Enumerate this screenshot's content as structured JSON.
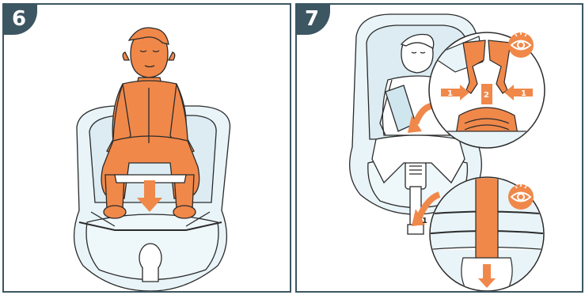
{
  "steps": [
    {
      "number": "6"
    },
    {
      "number": "7",
      "callout_labels": [
        "1",
        "2",
        "1"
      ],
      "base_label": "1"
    }
  ],
  "colors": {
    "accent": "#f0884a",
    "frame": "#3c5662",
    "seat_fill": "#e8f4f8",
    "line": "#2b2b2b"
  },
  "icons": [
    "eye-icon",
    "arrow-down-icon",
    "arrow-right-icon",
    "arrow-left-icon",
    "curved-arrow-icon"
  ]
}
